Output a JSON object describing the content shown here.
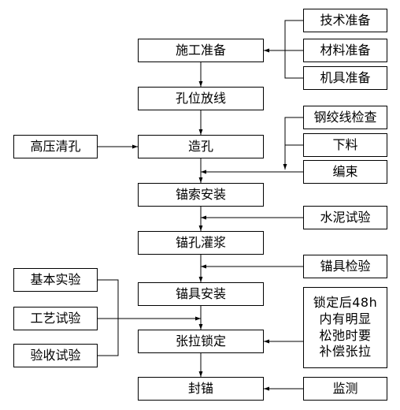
{
  "main_flow": [
    {
      "id": "construction-prep",
      "label": "施工准备"
    },
    {
      "id": "hole-layout",
      "label": "孔位放线"
    },
    {
      "id": "drilling",
      "label": "造孔"
    },
    {
      "id": "anchor-cable-install",
      "label": "锚索安装"
    },
    {
      "id": "grouting",
      "label": "锚孔灌浆"
    },
    {
      "id": "anchorage-install",
      "label": "锚具安装"
    },
    {
      "id": "tension-lock",
      "label": "张拉锁定"
    },
    {
      "id": "seal-anchor",
      "label": "封锚"
    }
  ],
  "inputs_right": [
    {
      "id": "technical-prep",
      "label": "技术准备"
    },
    {
      "id": "material-prep",
      "label": "材料准备"
    },
    {
      "id": "machinery-prep",
      "label": "机具准备"
    },
    {
      "id": "strand-check",
      "label": "钢绞线检查"
    },
    {
      "id": "cutting",
      "label": "下料"
    },
    {
      "id": "bundling",
      "label": "编束"
    },
    {
      "id": "cement-test",
      "label": "水泥试验"
    },
    {
      "id": "anchorage-inspection",
      "label": "锚具检验"
    },
    {
      "id": "relax-note",
      "label": "锁定后48h\n内有明显\n松弛时要\n补偿张拉"
    },
    {
      "id": "monitoring",
      "label": "监测"
    }
  ],
  "inputs_left": [
    {
      "id": "high-pressure-cleaning",
      "label": "高压清孔"
    },
    {
      "id": "basic-test",
      "label": "基本实验"
    },
    {
      "id": "process-test",
      "label": "工艺试验"
    },
    {
      "id": "acceptance-test",
      "label": "验收试验"
    }
  ]
}
